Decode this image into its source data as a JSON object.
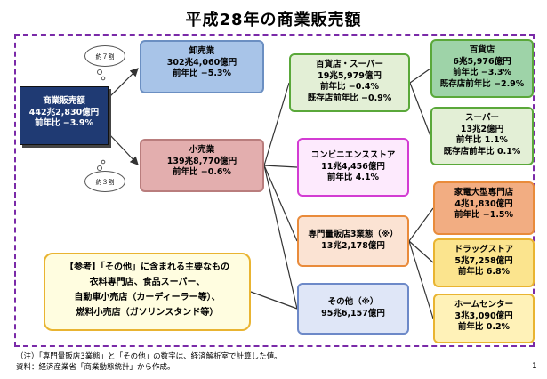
{
  "title": "平成28年の商業販売額",
  "root": {
    "name": "商業販売額",
    "value": "442兆2,830億円",
    "yoy": "前年比 −3.9%"
  },
  "cloud_top": "約７割",
  "cloud_bottom": "約３割",
  "wholesale": {
    "name": "卸売業",
    "value": "302兆4,060億円",
    "yoy": "前年比 −5.3%"
  },
  "retail": {
    "name": "小売業",
    "value": "139兆8,770億円",
    "yoy": "前年比 −0.6%"
  },
  "dept_super": {
    "name": "百貨店・スーパー",
    "value": "19兆5,979億円",
    "yoy": "前年比 −0.4%",
    "yoy2": "既存店前年比 −0.9%"
  },
  "convenience": {
    "name": "コンビニエンスストア",
    "value": "11兆4,456億円",
    "yoy": "前年比 4.1%"
  },
  "specialty": {
    "name": "専門量販店3業態（※）",
    "value": "13兆2,178億円"
  },
  "other": {
    "name": "その他（※）",
    "value": "95兆6,157億円"
  },
  "department_store": {
    "name": "百貨店",
    "value": "6兆5,976億円",
    "yoy": "前年比 −3.3%",
    "yoy2": "既存店前年比 −2.9%"
  },
  "supermarket": {
    "name": "スーパー",
    "value": "13兆2億円",
    "yoy": "前年比 1.1%",
    "yoy2": "既存店前年比 0.1%"
  },
  "electronics": {
    "name": "家電大型専門店",
    "value": "4兆1,830億円",
    "yoy": "前年比 −1.5%"
  },
  "drugstore": {
    "name": "ドラッグストア",
    "value": "5兆7,258億円",
    "yoy": "前年比 6.8%"
  },
  "homecenter": {
    "name": "ホームセンター",
    "value": "3兆3,090億円",
    "yoy": "前年比 0.2%"
  },
  "reference": {
    "line1": "【参考】「その他」に含まれる主要なもの",
    "line2": "衣料専門店、食品スーパー、",
    "line3": "自動車小売店（カーディーラー等）、",
    "line4": "燃料小売店（ガソリンスタンド等）"
  },
  "note1": "（注）「専門量販店3業態」と「その他」の数字は、経済解析室で計算した値。",
  "note2": "資料：経済産業省「商業動態統計」から作成。",
  "page_number": "1"
}
